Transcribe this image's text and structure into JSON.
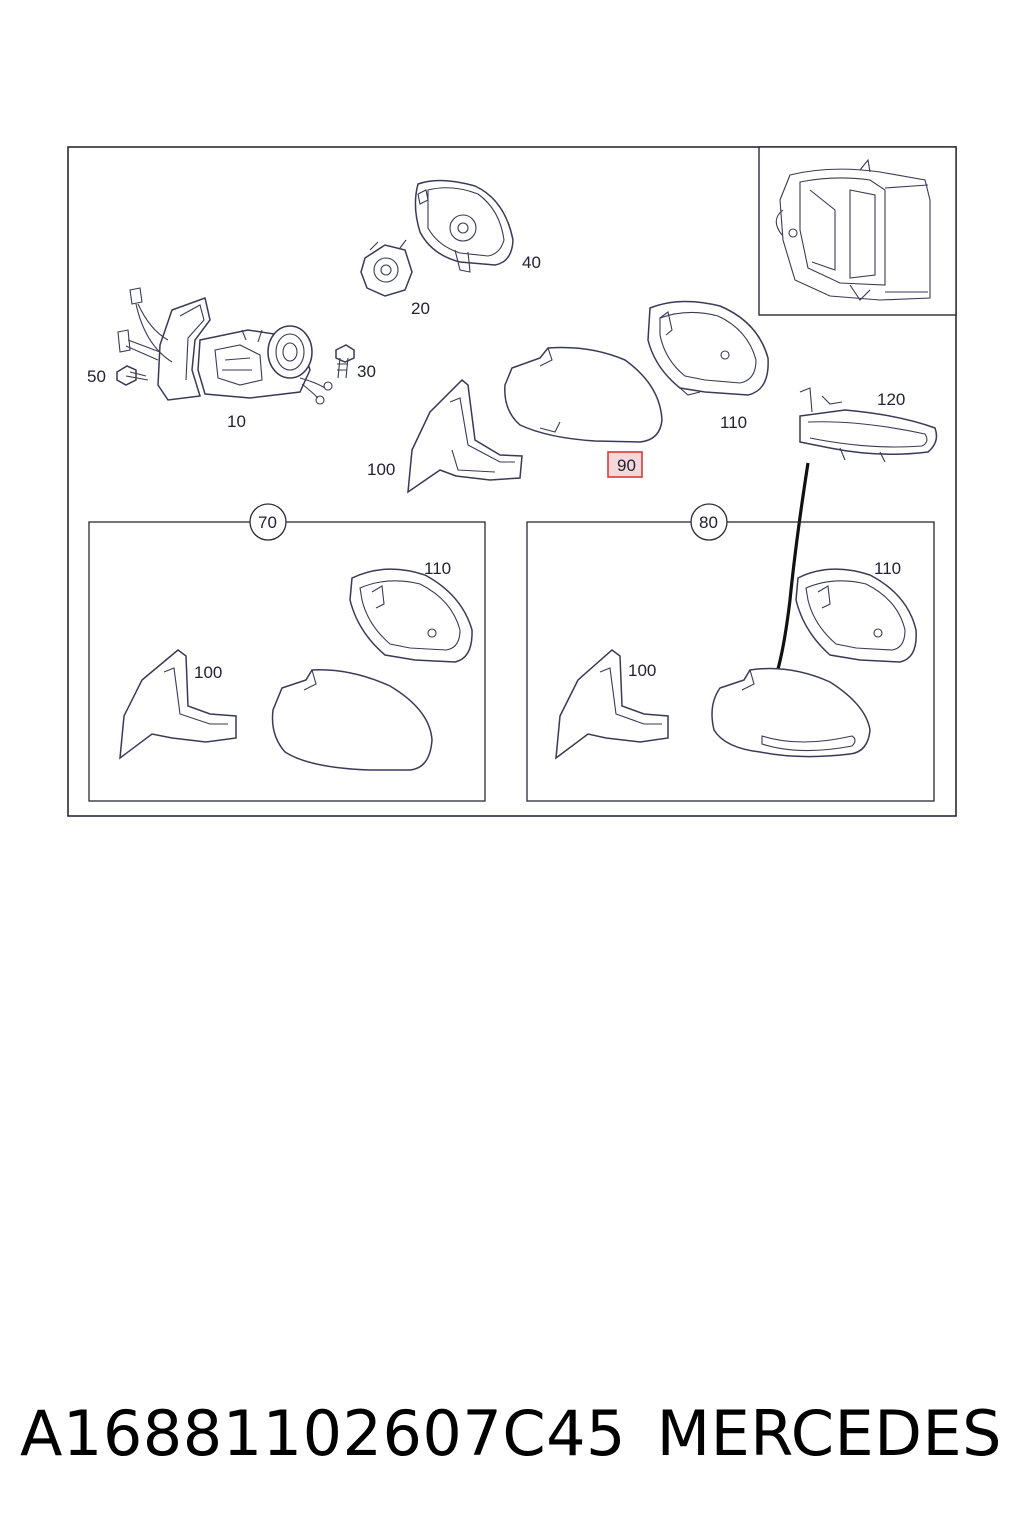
{
  "callouts": {
    "p10": "10",
    "p20": "20",
    "p30": "30",
    "p40": "40",
    "p50": "50",
    "p90": "90",
    "p100": "100",
    "p110": "110",
    "p120": "120"
  },
  "insets": [
    {
      "number": "70",
      "labels": [
        "110",
        "100"
      ]
    },
    {
      "number": "80",
      "labels": [
        "110",
        "100"
      ]
    }
  ],
  "highlight_color": "#d83a3a",
  "footer": {
    "part_number": "A16881102607C45",
    "brand": "MERCEDES"
  }
}
